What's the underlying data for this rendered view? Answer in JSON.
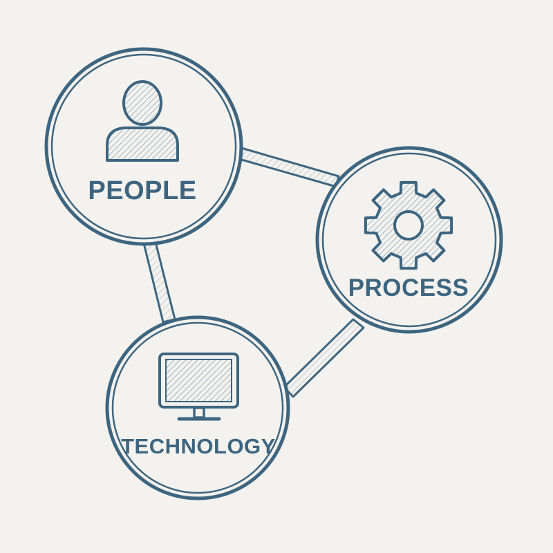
{
  "colors": {
    "background": "#f4f2ee",
    "stroke": "#3d6580",
    "hatch": "#7f9bb0"
  },
  "nodes": [
    {
      "id": "people",
      "label": "PEOPLE",
      "icon": "person-icon"
    },
    {
      "id": "process",
      "label": "PROCESS",
      "icon": "gear-icon"
    },
    {
      "id": "technology",
      "label": "TECHNOLOGY",
      "icon": "monitor-icon"
    }
  ],
  "connections": [
    {
      "from": "people",
      "to": "process"
    },
    {
      "from": "people",
      "to": "technology"
    },
    {
      "from": "process",
      "to": "technology"
    }
  ]
}
